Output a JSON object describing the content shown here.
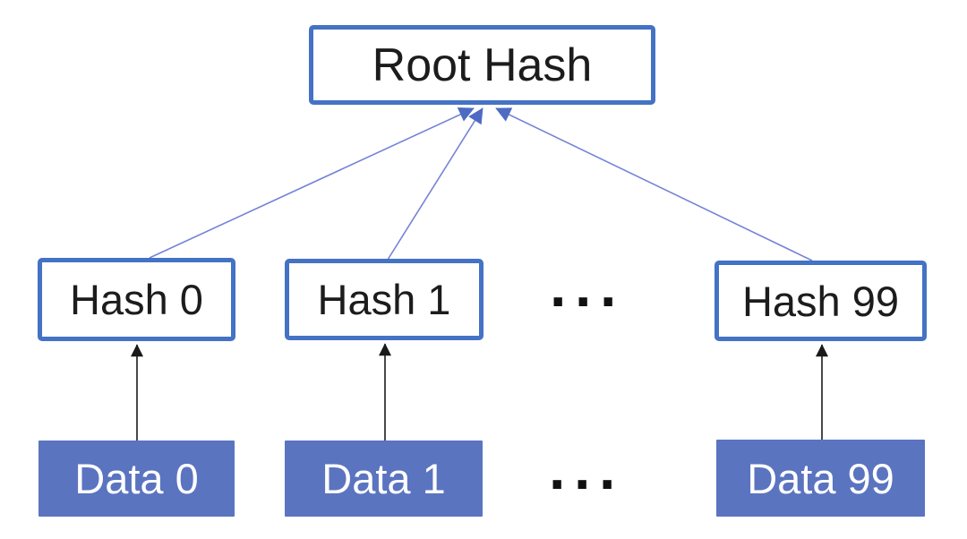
{
  "colors": {
    "accent_border": "#4472C4",
    "data_fill": "#5B74C0",
    "connector_blue": "#7583D6",
    "arrow_blue": "#4E6BC4",
    "connector_black": "#1A1A1A"
  },
  "nodes": {
    "root": "Root Hash",
    "hash_0": "Hash 0",
    "hash_1": "Hash 1",
    "hash_99": "Hash 99",
    "data_0": "Data 0",
    "data_1": "Data 1",
    "data_99": "Data 99",
    "ellipsis": "···"
  },
  "edges": {
    "hash_to_root": [
      "Hash 0 → Root Hash",
      "Hash 1 → Root Hash",
      "Hash 99 → Root Hash"
    ],
    "data_to_hash": [
      "Data 0 → Hash 0",
      "Data 1 → Hash 1",
      "Data 99 → Hash 99"
    ]
  }
}
